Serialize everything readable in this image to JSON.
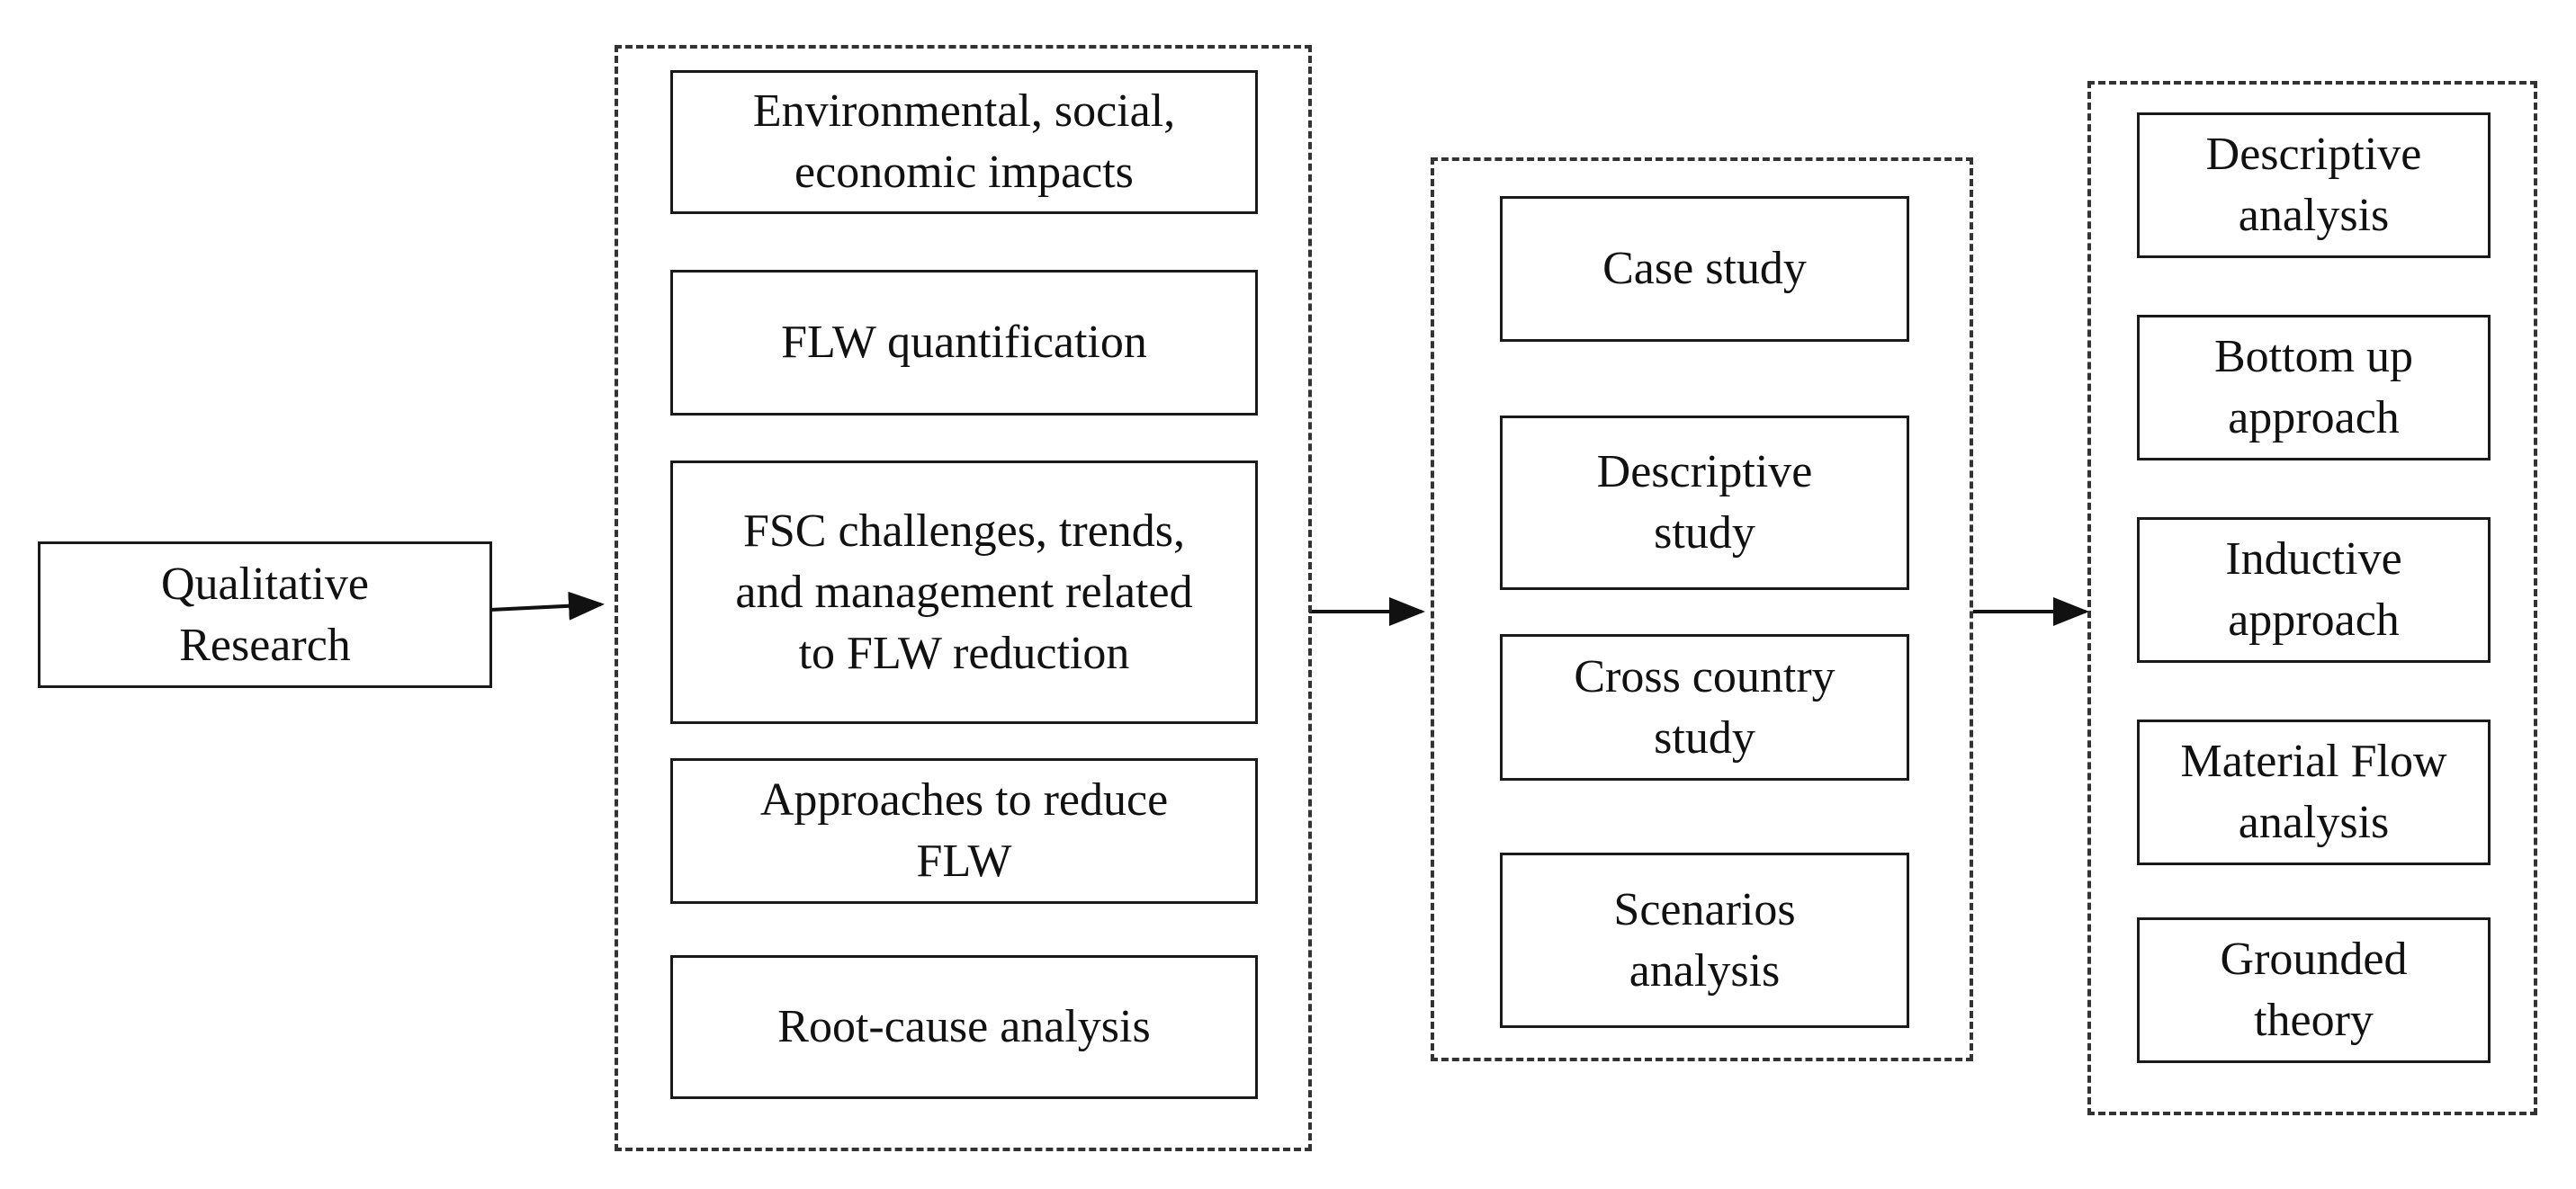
{
  "diagram": {
    "source": {
      "label": "Qualitative\nResearch"
    },
    "topics": {
      "items": [
        "Environmental, social,\neconomic impacts",
        "FLW quantification",
        "FSC challenges, trends,\nand management related\nto FLW reduction",
        "Approaches to reduce\nFLW",
        "Root-cause analysis"
      ]
    },
    "study_types": {
      "items": [
        "Case study",
        "Descriptive\nstudy",
        "Cross country\nstudy",
        "Scenarios\nanalysis"
      ]
    },
    "methods": {
      "items": [
        "Descriptive\nanalysis",
        "Bottom up\napproach",
        "Inductive\napproach",
        "Material Flow\nanalysis",
        "Grounded\ntheory"
      ]
    }
  }
}
